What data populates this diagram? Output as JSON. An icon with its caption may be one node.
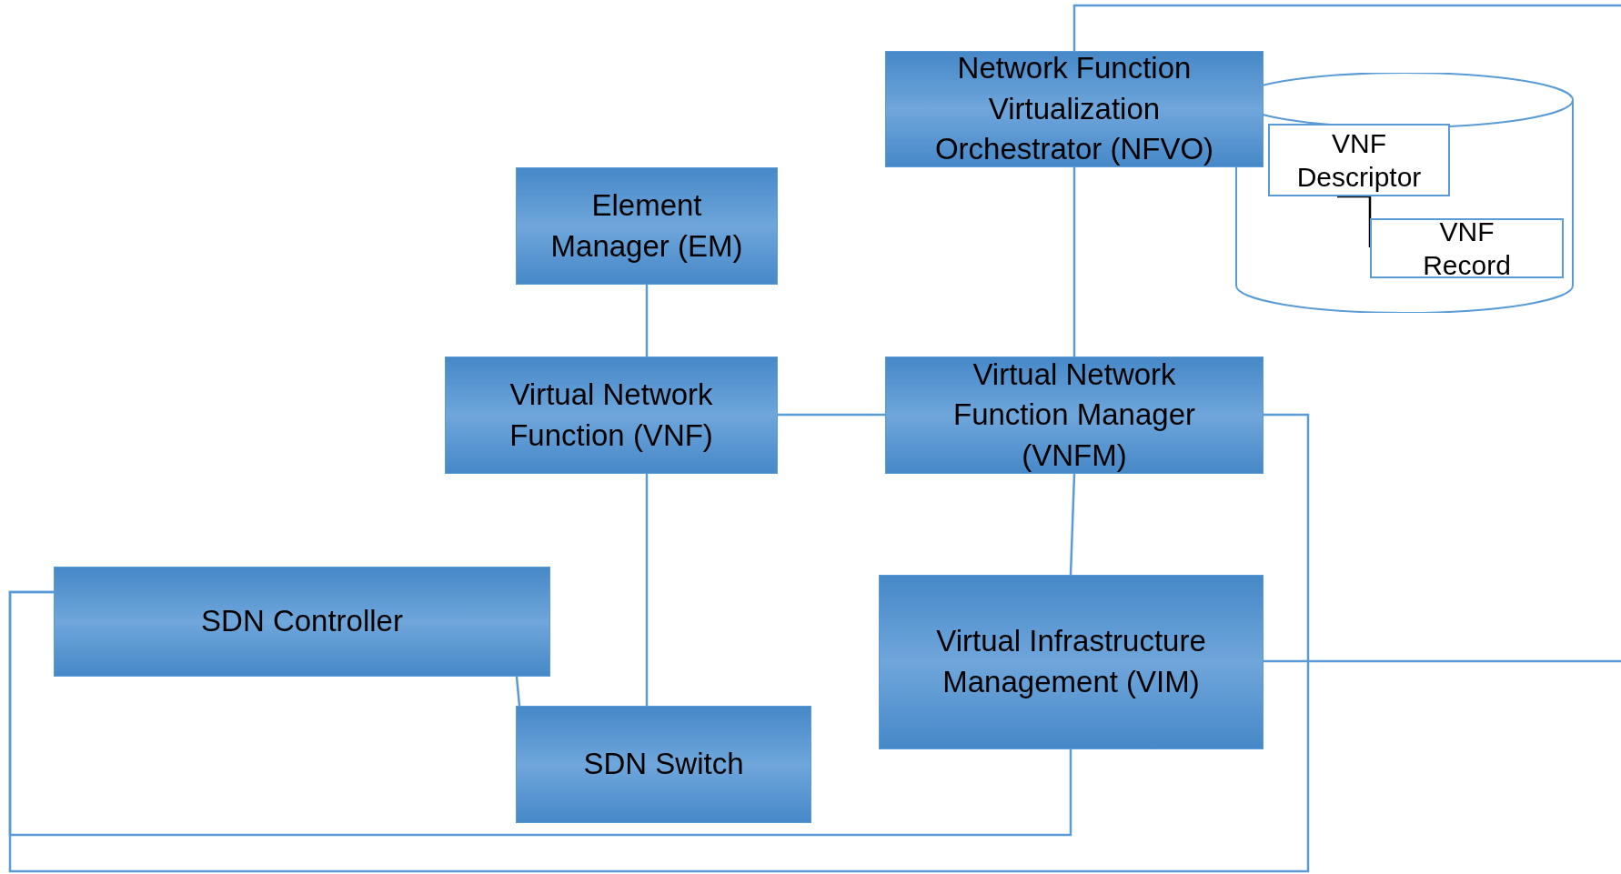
{
  "diagram": {
    "nodes": [
      {
        "text": [
          "Network Function Virtualization Orchestrator (NFVO)"
        ]
      },
      {
        "text": [
          "Element Manager (EM)"
        ]
      },
      {
        "text": [
          "Virtual Network Function (VNF)"
        ]
      },
      {
        "text": [
          "Virtual Network Function Manager (VNFM)"
        ]
      },
      {
        "text": [
          "SDN Controller"
        ]
      },
      {
        "text": [
          "SDN Switch"
        ]
      },
      {
        "text": [
          "Virtual Infrastructure Management (VIM)"
        ]
      },
      {
        "text": [],
        "shape": "cylinder"
      },
      {
        "text": [
          "VNF Descriptor"
        ],
        "in": 7
      },
      {
        "text": [
          "VNF Record"
        ],
        "in": 7
      }
    ],
    "edges": [
      {
        "from": 1,
        "to": 2,
        "arrow": "none"
      },
      {
        "from": 2,
        "to": 3,
        "arrow": "none"
      },
      {
        "from": 0,
        "to": 3,
        "arrow": "none"
      },
      {
        "from": 3,
        "to": 6,
        "arrow": "none"
      },
      {
        "from": 2,
        "to": 5,
        "arrow": "none"
      },
      {
        "from": 4,
        "to": 5,
        "arrow": "none"
      },
      {
        "from": 3,
        "to": 4,
        "arrow": "none"
      },
      {
        "from": 6,
        "to": 4,
        "arrow": "none"
      },
      {
        "from": 0,
        "to": null,
        "arrow": "none"
      },
      {
        "from": 6,
        "to": null,
        "arrow": "none"
      },
      {
        "from": 8,
        "to": 9,
        "arrow": "none",
        "color": "#000000"
      }
    ]
  }
}
